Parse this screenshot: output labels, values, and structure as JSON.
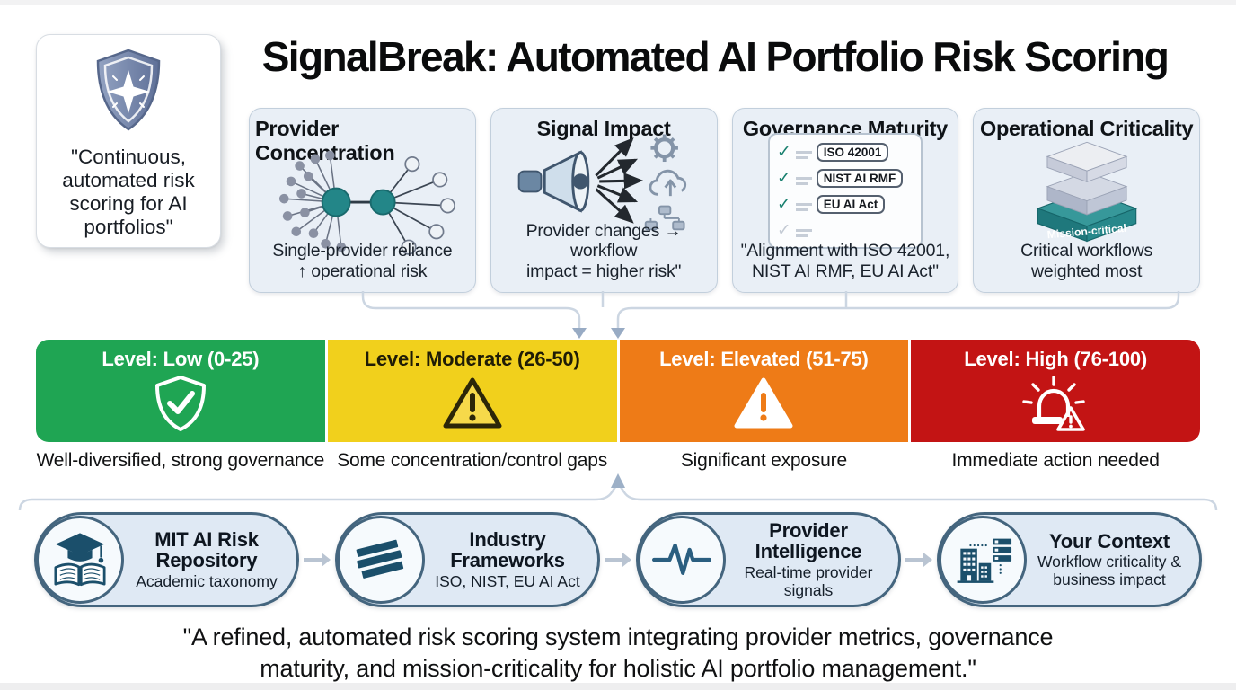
{
  "page": {
    "title": "SignalBreak: Automated AI Portfolio Risk Scoring"
  },
  "hero": {
    "icon": "shield-star-icon",
    "quote_lines": [
      "\"Continuous,",
      "automated risk",
      "scoring for AI",
      "portfolios\""
    ]
  },
  "factors": [
    {
      "title": "Provider Concentration",
      "icon": "network-hub-icon",
      "caption_lines": [
        "Single-provider reliance",
        "↑ operational risk"
      ]
    },
    {
      "title": "Signal Impact",
      "icon": "megaphone-icon",
      "caption_lines": [
        "Provider changes → workflow",
        "impact = higher risk\""
      ]
    },
    {
      "title": "Governance Maturity",
      "icon": "checklist-icon",
      "checklist": [
        "ISO 42001",
        "NIST AI RMF",
        "EU AI Act"
      ],
      "caption_lines": [
        "\"Alignment with ISO 42001,",
        "NIST AI RMF, EU AI Act\""
      ]
    },
    {
      "title": "Operational Criticality",
      "icon": "layer-stack-icon",
      "layer_label": "Mission-critical",
      "caption_lines": [
        "Critical workflows",
        "weighted most"
      ]
    }
  ],
  "risk_levels": [
    {
      "label": "Level: Low (0-25)",
      "description": "Well-diversified, strong governance",
      "color": "#1fa553",
      "icon": "shield-check-icon"
    },
    {
      "label": "Level: Moderate (26-50)",
      "description": "Some concentration/control gaps",
      "color": "#f1d01c",
      "icon": "warning-triangle-icon"
    },
    {
      "label": "Level: Elevated (51-75)",
      "description": "Significant exposure",
      "color": "#ee7b17",
      "icon": "warning-triangle-icon"
    },
    {
      "label": "Level: High (76-100)",
      "description": "Immediate action needed",
      "color": "#c31414",
      "icon": "siren-icon"
    }
  ],
  "sources": [
    {
      "title": "MIT AI Risk Repository",
      "subtitle": "Academic taxonomy",
      "icon": "graduation-book-icon"
    },
    {
      "title": "Industry Frameworks",
      "subtitle": "ISO, NIST, EU AI Act",
      "icon": "book-stack-icon"
    },
    {
      "title": "Provider Intelligence",
      "subtitle": "Real-time provider signals",
      "icon": "pulse-icon"
    },
    {
      "title": "Your Context",
      "subtitle": "Workflow criticality & business impact",
      "icon": "buildings-icon"
    }
  ],
  "footer": {
    "quote_lines": [
      "\"A refined, automated risk scoring system integrating provider metrics, governance",
      "maturity, and mission-criticality for holistic AI portfolio management.\""
    ]
  }
}
